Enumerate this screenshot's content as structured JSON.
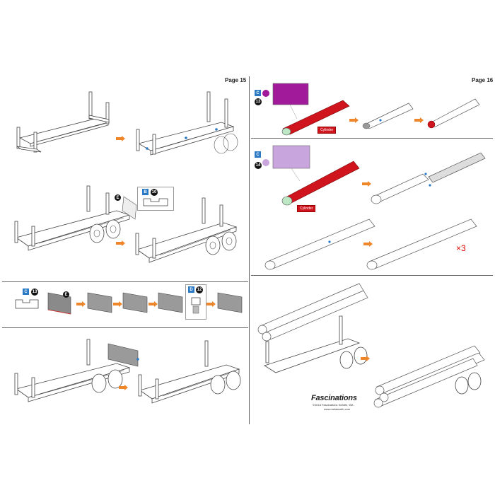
{
  "page_left": {
    "label": "Page 15"
  },
  "page_right": {
    "label": "Page 16"
  },
  "badges": {
    "c_letter": "C",
    "b_letter": "B",
    "d_letter": "D",
    "num_13": "13",
    "num_13b": "13",
    "num_14": "14",
    "num_10": "10",
    "num_12": "12",
    "e_letter": "E"
  },
  "cylinder_label": "Cylinder",
  "cylinder_label_2": "Cylinder",
  "multiplier": "×3",
  "brand": {
    "name": "Fascinations",
    "copyright": "©2018 Fascinations Seattle, WA",
    "url": "www.metalearth.com"
  },
  "colors": {
    "accent_orange": "#f0862a",
    "badge_blue": "#2a79c4",
    "cylinder_red": "#d0141e",
    "sheet_magenta": "#a01a9a",
    "sheet_lavender": "#c9a5de",
    "sheet_grey": "#8a8a8a",
    "divider": "#666666"
  }
}
